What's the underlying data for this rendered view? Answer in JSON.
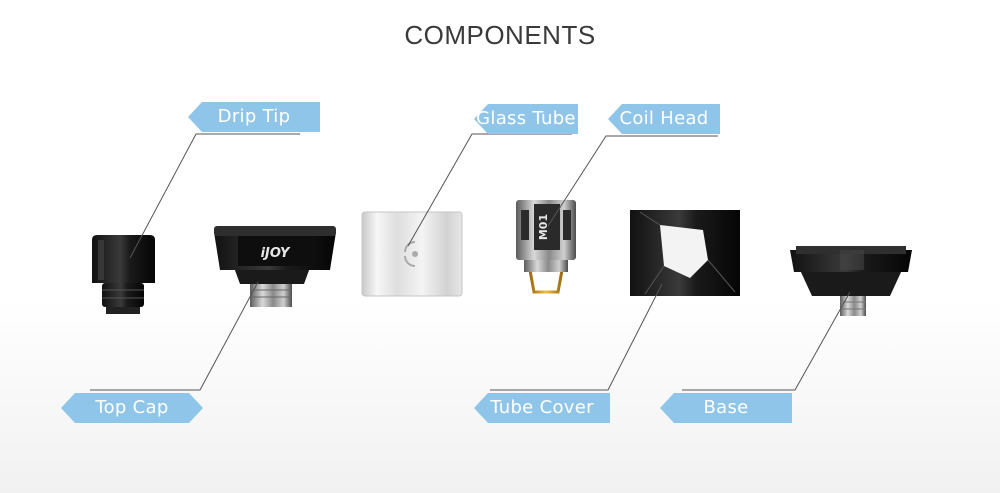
{
  "page": {
    "title": "COMPONENTS"
  },
  "components": {
    "drip_tip": "Drip Tip",
    "glass_tube": "Glass Tube",
    "coil_head": "Coil Head",
    "top_cap": "Top Cap",
    "tube_cover": "Tube Cover",
    "base": "Base"
  },
  "product_marks": {
    "top_cap_logo": "iJOY",
    "coil_model": "M01"
  },
  "colors": {
    "tag_background": "#8fc5e8",
    "tag_text": "#ffffff",
    "title_text": "#3a3a3a",
    "leader_line": "#555555"
  }
}
